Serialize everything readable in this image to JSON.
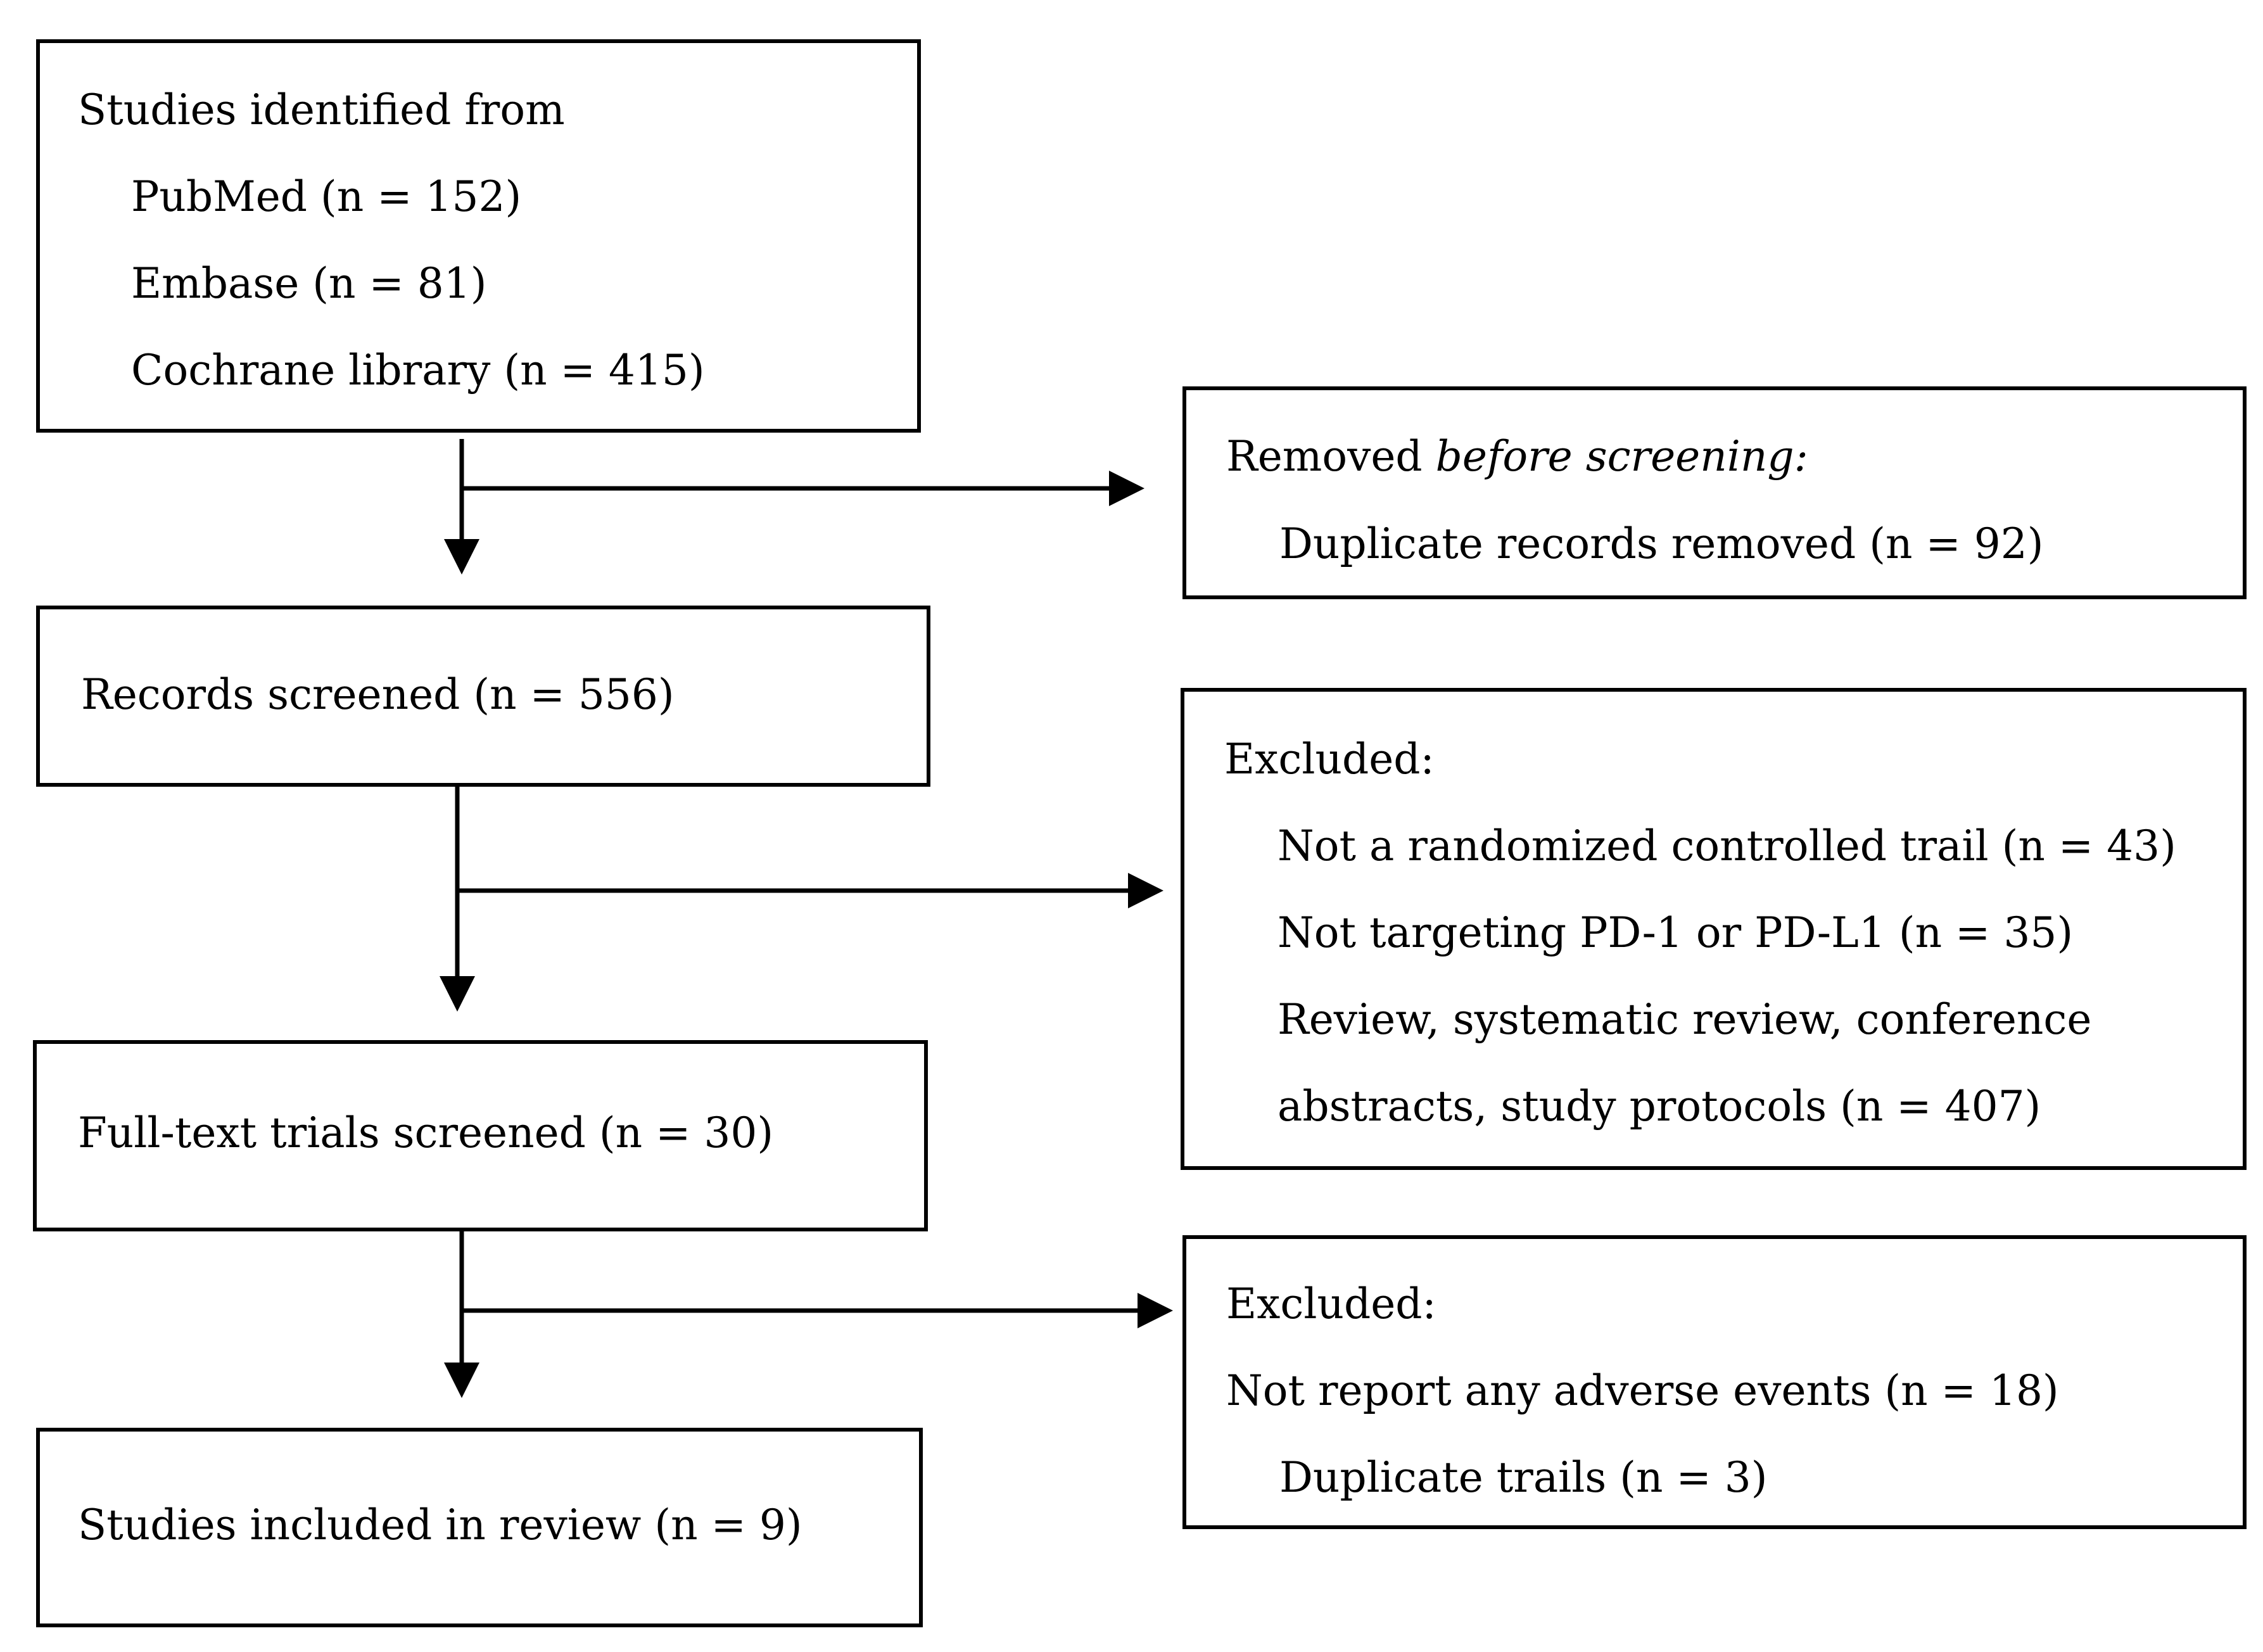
{
  "identification": {
    "heading": "Studies identified from",
    "sources": [
      "PubMed (n = 152)",
      "Embase (n = 81)",
      "Cochrane library (n = 415)"
    ]
  },
  "removed": {
    "heading_normal": "Removed ",
    "heading_italic": "before screening:",
    "items": [
      "Duplicate records removed (n = 92)"
    ]
  },
  "screened": {
    "label": "Records screened (n = 556)"
  },
  "excluded_screening": {
    "heading": "Excluded:",
    "items": [
      "Not a randomized controlled trail (n = 43)",
      "Not targeting PD-1 or PD-L1 (n = 35)",
      "Review, systematic review, conference",
      "abstracts, study protocols (n = 407)"
    ]
  },
  "fulltext": {
    "label": "Full-text trials screened (n = 30)"
  },
  "excluded_fulltext": {
    "heading": "Excluded:",
    "items": [
      "Not report any adverse events (n = 18)",
      "Duplicate trails (n = 3)"
    ]
  },
  "included": {
    "label": "Studies included in review (n = 9)"
  }
}
